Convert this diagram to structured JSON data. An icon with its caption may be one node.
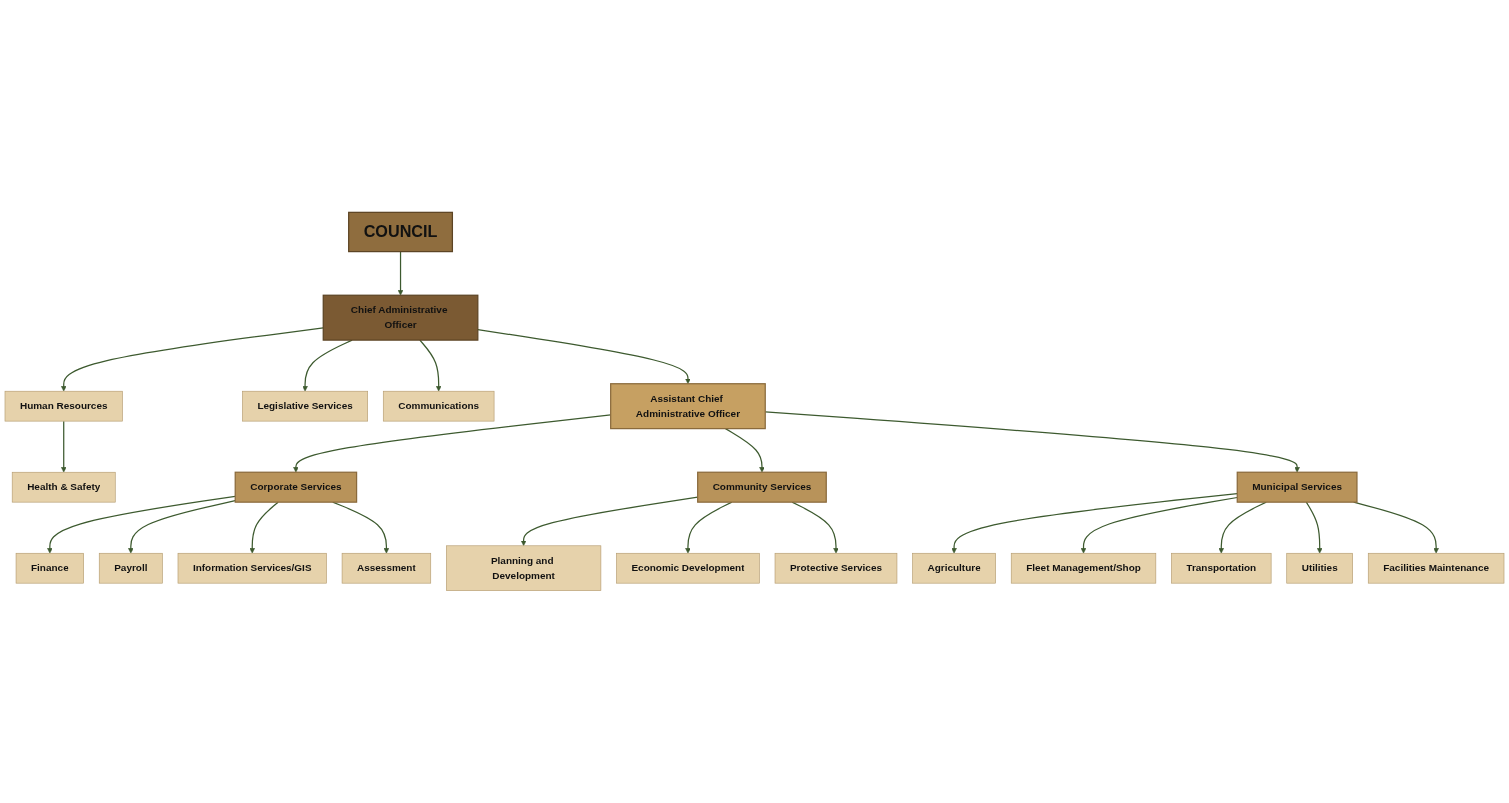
{
  "diagram": {
    "nodes": [
      {
        "text": [
          "COUNCIL"
        ]
      },
      {
        "text": [
          "Chief Administrative Officer"
        ]
      },
      {
        "text": [
          "Assistant Chief Administrative Officer"
        ]
      },
      {
        "text": [
          "Legislative Services"
        ]
      },
      {
        "text": [
          "Communications"
        ]
      },
      {
        "text": [
          "Human Resources"
        ]
      },
      {
        "text": [
          "Health & Safety"
        ]
      },
      {
        "text": [
          "Corporate Services"
        ]
      },
      {
        "text": [
          "Finance"
        ]
      },
      {
        "text": [
          "Payroll"
        ]
      },
      {
        "text": [
          "Information Services/GIS"
        ]
      },
      {
        "text": [
          "Assessment"
        ]
      },
      {
        "text": [
          "Community Services"
        ]
      },
      {
        "text": [
          "Planning and Development"
        ]
      },
      {
        "text": [
          "Economic Development"
        ]
      },
      {
        "text": [
          "Protective Services"
        ]
      },
      {
        "text": [
          "Municipal Services"
        ]
      },
      {
        "text": [
          "Agriculture"
        ]
      },
      {
        "text": [
          "Fleet Management/Shop"
        ]
      },
      {
        "text": [
          "Transportation"
        ]
      },
      {
        "text": [
          "Utilities"
        ]
      },
      {
        "text": [
          "Facilities Maintenance"
        ]
      }
    ],
    "edges": [
      {
        "from": 0,
        "to": 1,
        "arrow": "to"
      },
      {
        "from": 1,
        "to": 2,
        "arrow": "to"
      },
      {
        "from": 1,
        "to": 3,
        "arrow": "to"
      },
      {
        "from": 1,
        "to": 4,
        "arrow": "to"
      },
      {
        "from": 1,
        "to": 5,
        "arrow": "to"
      },
      {
        "from": 5,
        "to": 6,
        "arrow": "to"
      },
      {
        "from": 2,
        "to": 7,
        "arrow": "to"
      },
      {
        "from": 2,
        "to": 12,
        "arrow": "to"
      },
      {
        "from": 2,
        "to": 16,
        "arrow": "to"
      },
      {
        "from": 7,
        "to": 8,
        "arrow": "to"
      },
      {
        "from": 7,
        "to": 9,
        "arrow": "to"
      },
      {
        "from": 7,
        "to": 10,
        "arrow": "to"
      },
      {
        "from": 7,
        "to": 11,
        "arrow": "to"
      },
      {
        "from": 12,
        "to": 13,
        "arrow": "to"
      },
      {
        "from": 12,
        "to": 14,
        "arrow": "to"
      },
      {
        "from": 12,
        "to": 15,
        "arrow": "to"
      },
      {
        "from": 16,
        "to": 17,
        "arrow": "to"
      },
      {
        "from": 16,
        "to": 18,
        "arrow": "to"
      },
      {
        "from": 16,
        "to": 19,
        "arrow": "to"
      },
      {
        "from": 16,
        "to": 20,
        "arrow": "to"
      },
      {
        "from": 16,
        "to": 21,
        "arrow": "to"
      }
    ]
  }
}
